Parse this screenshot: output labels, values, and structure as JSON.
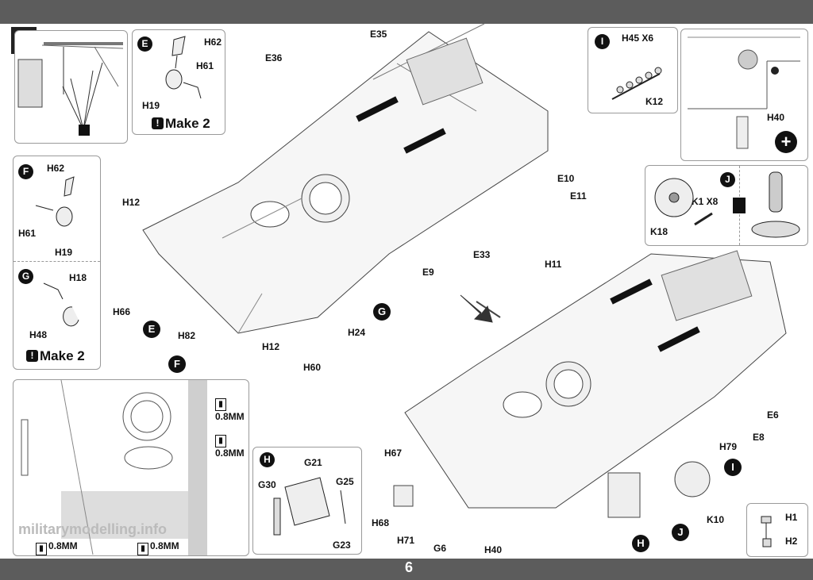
{
  "page_number": "6",
  "step": "8",
  "sub_e": {
    "badge": "E",
    "parts": [
      "H62",
      "H61",
      "H19"
    ],
    "note": "Make 2"
  },
  "sub_f": {
    "badge": "F",
    "parts": [
      "H62",
      "H61",
      "H19"
    ]
  },
  "sub_g": {
    "badge": "G",
    "parts": [
      "H18",
      "H48"
    ],
    "note": "Make 2"
  },
  "sub_i": {
    "badge": "I",
    "parts": [
      "H45 X6",
      "K12"
    ]
  },
  "detail_h40": {
    "part": "H40",
    "zoom": "+"
  },
  "sub_j": {
    "badge": "J",
    "parts": [
      "K1 X8",
      "K18"
    ]
  },
  "sub_h": {
    "badge": "H",
    "parts": [
      "G21",
      "G30",
      "G25",
      "G23"
    ]
  },
  "drill_box": {
    "sizes": [
      "0.8MM",
      "0.8MM",
      "0.8MM",
      "0.8MM"
    ]
  },
  "h1h2": {
    "parts": [
      "H1",
      "H2"
    ]
  },
  "upper_hull": {
    "labels": [
      "E35",
      "E36",
      "H12",
      "H66",
      "H82",
      "H12",
      "H60",
      "H24",
      "E9",
      "E33",
      "E10",
      "E11"
    ],
    "badges": [
      "E",
      "F",
      "G"
    ]
  },
  "lower_hull": {
    "labels": [
      "H11",
      "H67",
      "H68",
      "H71",
      "G6",
      "H40",
      "E6",
      "E8",
      "H79",
      "K10"
    ],
    "badges": [
      "H",
      "J",
      "I"
    ]
  },
  "watermark": "militarymodelling.info"
}
